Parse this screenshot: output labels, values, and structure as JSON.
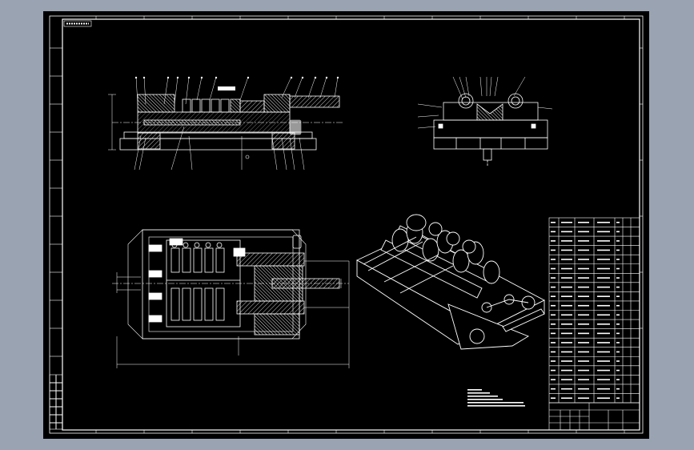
{
  "app": {
    "canvas_background": "#000000",
    "window_background": "#9aa3b1",
    "line_color": "#ffffff",
    "hatch_color": "#ffffff"
  },
  "drawing": {
    "sheet_title_tag": "",
    "bom_rows": 20,
    "views": [
      "front-section-view",
      "side-view",
      "top-section-view",
      "isometric-3d-view"
    ]
  }
}
